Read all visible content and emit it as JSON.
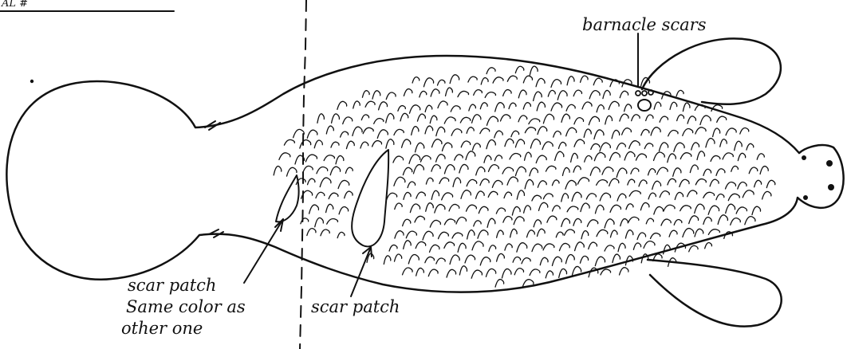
{
  "header_fragment": "AL #",
  "labels": {
    "barnacle_scars": "barnacle scars",
    "scar_patch_left_line1": "scar patch",
    "scar_patch_left_line2": "Same color as",
    "scar_patch_left_line3": "other one",
    "scar_patch_right": "scar patch"
  },
  "colors": {
    "ink": "#111111",
    "paper": "#ffffff"
  }
}
